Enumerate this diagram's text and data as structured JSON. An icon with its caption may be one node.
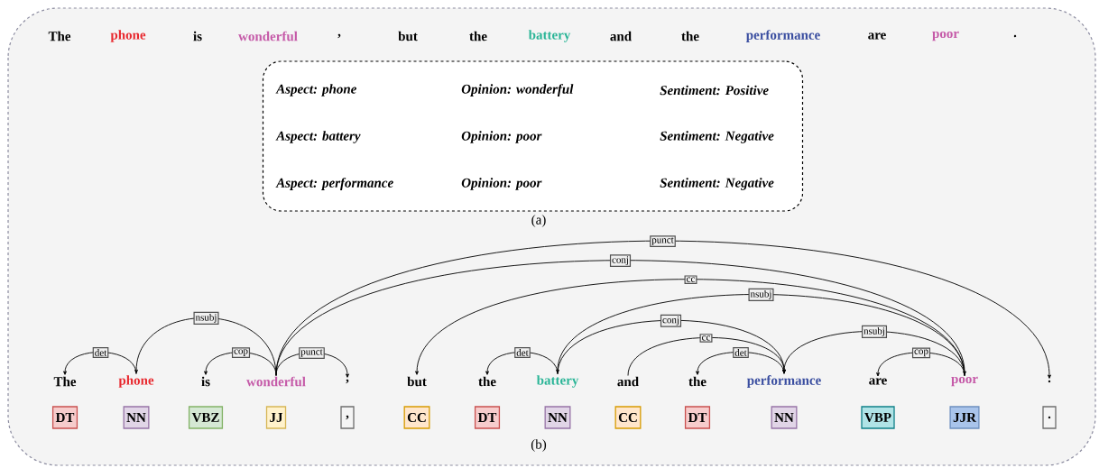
{
  "diagram": {
    "nodes": [
      {
        "text": [
          "Aspect: phone",
          "Opinion: wonderful",
          "Sentiment: Positive",
          "Aspect: battery",
          "Opinion: poor",
          "Sentiment: Negative",
          "Aspect: performance",
          "Opinion: poor",
          "Sentiment: Negative"
        ],
        "beside": [
          "(a)"
        ]
      },
      {
        "text": [
          "The"
        ]
      },
      {
        "text": [
          "phone"
        ]
      },
      {
        "text": [
          "is"
        ]
      },
      {
        "text": [
          "wonderful"
        ]
      },
      {
        "text": [
          ","
        ]
      },
      {
        "text": [
          "but"
        ]
      },
      {
        "text": [
          "the"
        ]
      },
      {
        "text": [
          "battery"
        ]
      },
      {
        "text": [
          "and"
        ]
      },
      {
        "text": [
          "the"
        ]
      },
      {
        "text": [
          "performance"
        ]
      },
      {
        "text": [
          "are"
        ]
      },
      {
        "text": [
          "poor"
        ]
      },
      {
        "text": [
          "."
        ]
      },
      {
        "text": [
          "DT"
        ]
      },
      {
        "text": [
          "NN"
        ]
      },
      {
        "text": [
          "VBZ"
        ]
      },
      {
        "text": [
          "JJ"
        ]
      },
      {
        "text": [
          ","
        ]
      },
      {
        "text": [
          "CC"
        ]
      },
      {
        "text": [
          "DT"
        ]
      },
      {
        "text": [
          "NN"
        ]
      },
      {
        "text": [
          "CC"
        ]
      },
      {
        "text": [
          "DT"
        ]
      },
      {
        "text": [
          "NN"
        ]
      },
      {
        "text": [
          "VBP"
        ]
      },
      {
        "text": [
          "JJR"
        ]
      },
      {
        "text": [
          "."
        ]
      }
    ],
    "edges": [
      {
        "from": 2,
        "to": 1,
        "arrow": "to",
        "label": "det"
      },
      {
        "from": 4,
        "to": 2,
        "arrow": "to",
        "label": "nsubj"
      },
      {
        "from": 4,
        "to": 3,
        "arrow": "to",
        "label": "cop"
      },
      {
        "from": 4,
        "to": 5,
        "arrow": "to",
        "label": "punct"
      },
      {
        "from": 4,
        "to": 14,
        "arrow": "to",
        "label": "punct"
      },
      {
        "from": 4,
        "to": 13,
        "arrow": "to",
        "label": "conj"
      },
      {
        "from": 13,
        "to": 6,
        "arrow": "to",
        "label": "cc"
      },
      {
        "from": 13,
        "to": 8,
        "arrow": "to",
        "label": "nsubj"
      },
      {
        "from": 8,
        "to": 7,
        "arrow": "to",
        "label": "det"
      },
      {
        "from": 8,
        "to": 11,
        "arrow": "to",
        "label": "conj"
      },
      {
        "from": 9,
        "to": 11,
        "arrow": "to",
        "label": "cc"
      },
      {
        "from": 11,
        "to": 10,
        "arrow": "to",
        "label": "det"
      },
      {
        "from": 13,
        "to": 11,
        "arrow": "to",
        "label": "nsubj"
      },
      {
        "from": 13,
        "to": 12,
        "arrow": "to",
        "label": "cop"
      }
    ],
    "labels": [
      "The",
      "phone",
      "is",
      "wonderful",
      ",",
      "but",
      "the",
      "battery",
      "and",
      "the",
      "performance",
      "are",
      "poor",
      ".",
      "(b)"
    ]
  }
}
